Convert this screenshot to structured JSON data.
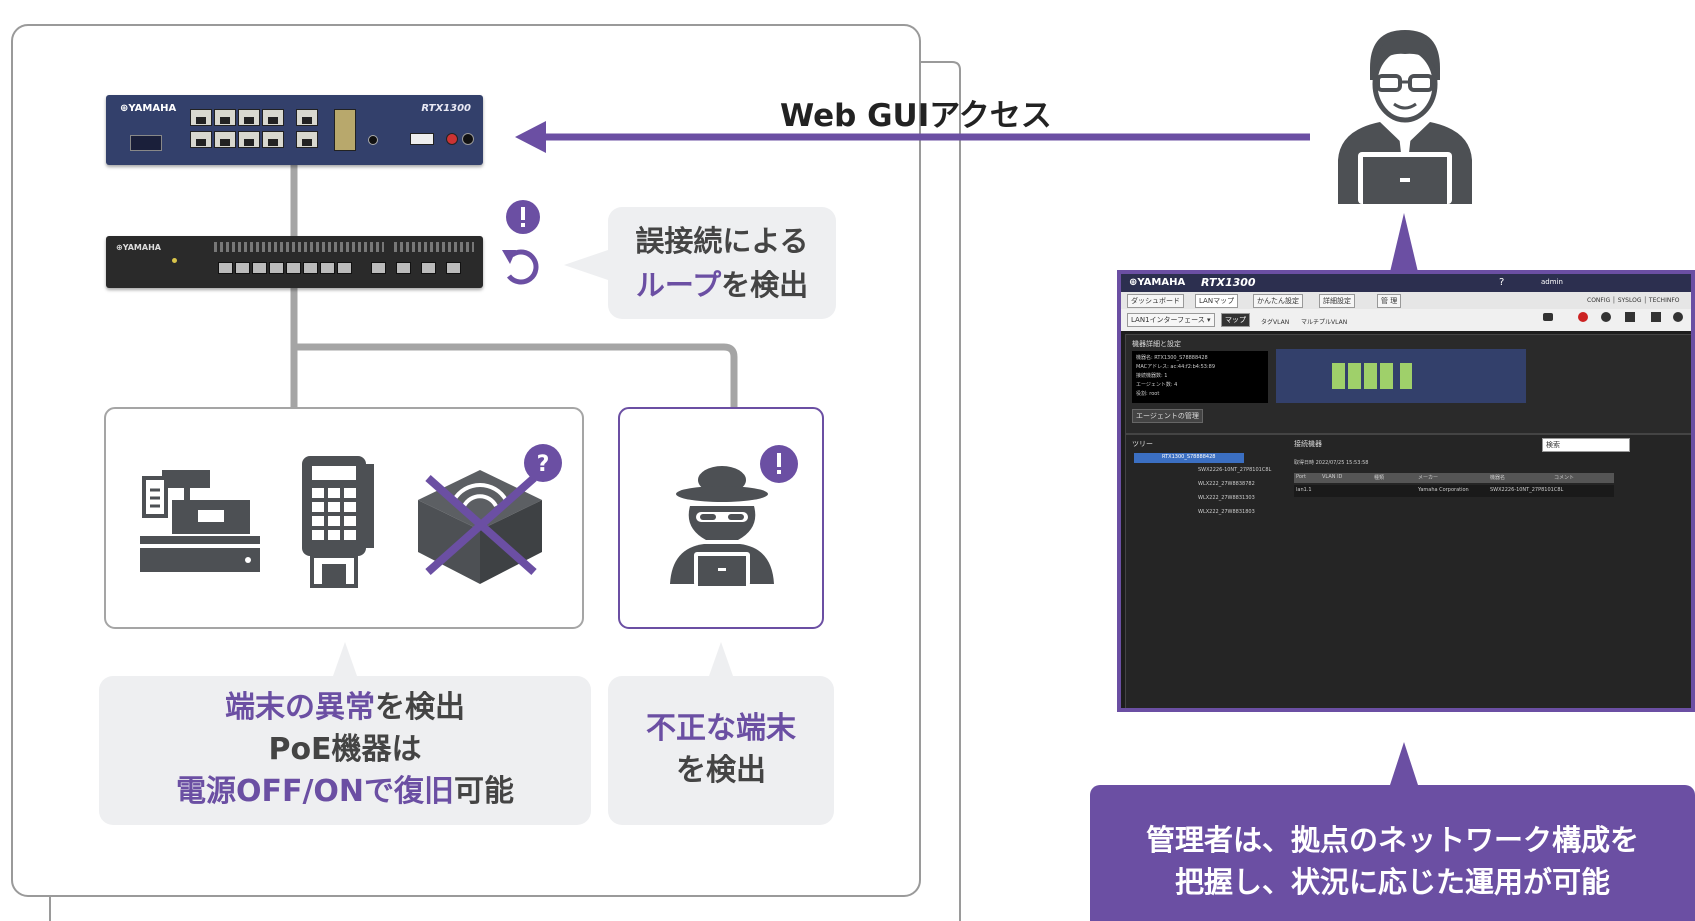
{
  "title_arrow": "Web GUIアクセス",
  "loop_bubble": {
    "line1": "誤接続による",
    "line2_highlight": "ループ",
    "line2_rest": "を検出"
  },
  "terminal_bubble": {
    "line1_highlight": "端末の異常",
    "line1_rest": "を検出",
    "line2": "PoE機器は",
    "line3_highlight": "電源OFF/ONで復旧",
    "line3_rest": "可能"
  },
  "rogue_bubble": {
    "line1_highlight": "不正な端末",
    "line2": "を検出"
  },
  "admin_box": {
    "line1": "管理者は、拠点のネットワーク構成を",
    "line2": "把握し、状況に応じた運用が可能"
  },
  "router": {
    "brand": "⊕YAMAHA",
    "model": "RTX1300"
  },
  "switch": {
    "brand": "⊕YAMAHA"
  },
  "gui": {
    "brand": "⊕YAMAHA",
    "model": "RTX1300",
    "help": "?",
    "user": "admin",
    "tabs": [
      "ダッシュボード",
      "LANマップ",
      "かんたん設定",
      "詳細設定",
      "管 理"
    ],
    "right_links": "CONFIG │ SYSLOG │ TECHINFO",
    "interface_select": "LAN1インターフェース ▾",
    "view_tabs": [
      "マップ",
      "タグVLAN",
      "マルチプルVLAN"
    ],
    "section_device": "機器詳細と設定",
    "device_info": [
      "機器名: RTX1300_S78888428",
      "MACアドレス: ac:44:f2:b4:53:89",
      "接続機器数: 1",
      "エージェント数: 4",
      "役割: root"
    ],
    "agent_button": "エージェントの管理",
    "tree_label": "ツリー",
    "connected_label": "接続機器",
    "search_placeholder": "検索",
    "tree_nodes": [
      "RTX1300_S78888428",
      "SWX2226-10NT_27P8101C8L",
      "WLX222_27W8838782",
      "WLX222_27W8831303",
      "WLX222_27W8831803"
    ],
    "updated": "取得日時 2022/07/25 15:53:58",
    "table_headers": [
      "Port",
      "VLAN ID",
      "種類",
      "メーカー",
      "機器名",
      "コメント"
    ],
    "table_row": [
      "lan1.1",
      "",
      "",
      "Yamaha Corporation",
      "SWX2226-10NT_27P8101C8L",
      ""
    ]
  },
  "colors": {
    "accent": "#6b4fa3",
    "line_gray": "#a5a5a5",
    "bubble_bg": "#eeeff1",
    "icon_gray": "#4d5054"
  }
}
